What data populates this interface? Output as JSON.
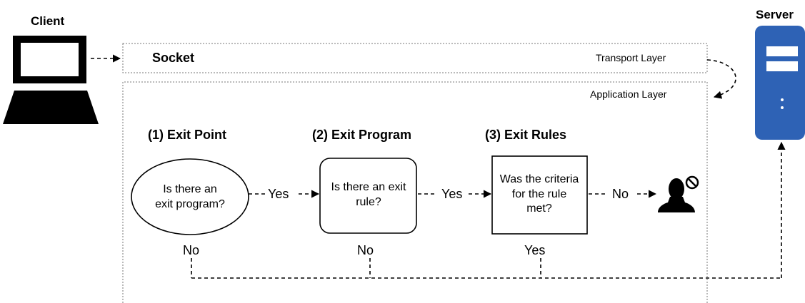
{
  "client": {
    "label": "Client"
  },
  "server": {
    "label": "Server"
  },
  "transport_layer": {
    "socket_label": "Socket",
    "layer_label": "Transport Layer"
  },
  "application_layer": {
    "layer_label": "Application Layer"
  },
  "steps": [
    {
      "title": "(1) Exit Point",
      "question": "Is there an exit program?",
      "yes_label": "Yes",
      "no_label": "No"
    },
    {
      "title": "(2) Exit Program",
      "question": "Is there an exit rule?",
      "yes_label": "Yes",
      "no_label": "No"
    },
    {
      "title": "(3) Exit Rules",
      "question": "Was the criteria for the rule met?",
      "no_label": "No",
      "yes_label": "Yes"
    }
  ],
  "icons": {
    "client": "laptop-icon",
    "server": "server-icon",
    "denied": "user-blocked-icon"
  },
  "colors": {
    "server_blue": "#2e62b5",
    "line": "#000000",
    "text": "#000000"
  }
}
